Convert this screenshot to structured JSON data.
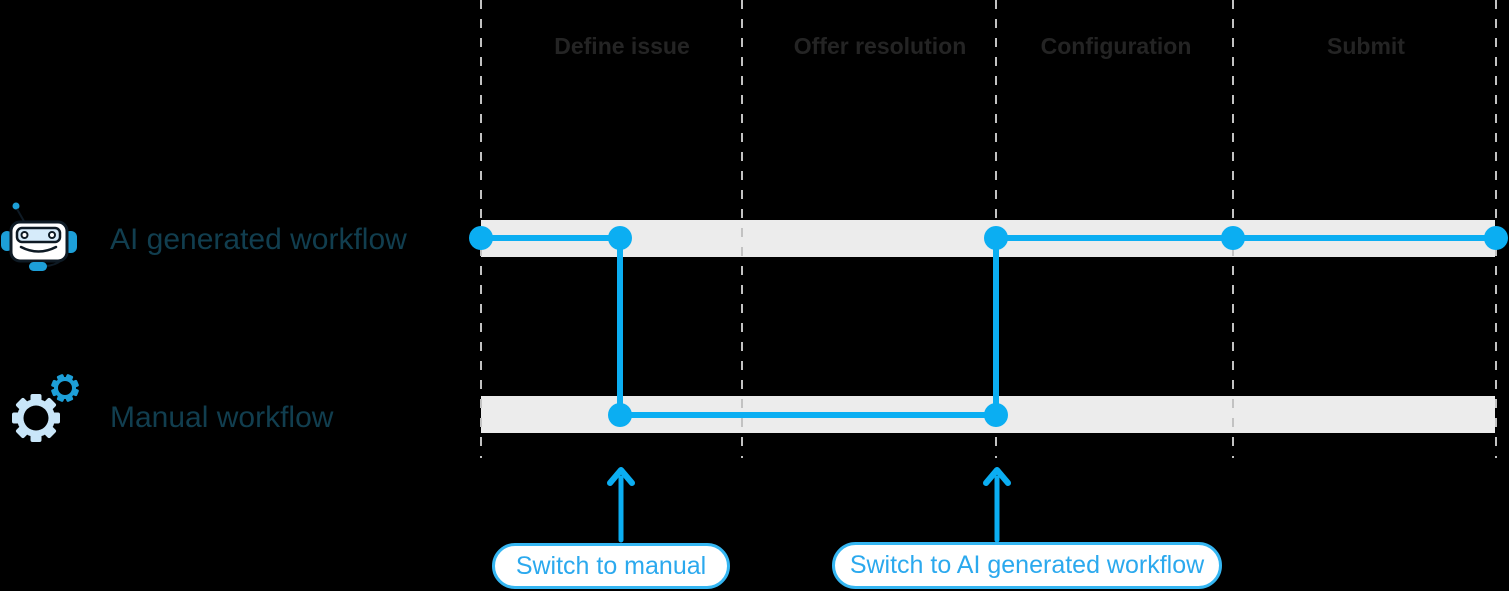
{
  "phases": [
    {
      "label": "Define issue"
    },
    {
      "label": "Offer resolution"
    },
    {
      "label": "Configuration"
    },
    {
      "label": "Submit"
    }
  ],
  "lanes": [
    {
      "label": "AI generated workflow",
      "icon": "robot-icon"
    },
    {
      "label": "Manual workflow",
      "icon": "gears-icon"
    }
  ],
  "callouts": [
    {
      "label": "Switch to manual",
      "points_to_phase": "Define issue"
    },
    {
      "label": "Switch to AI generated workflow",
      "points_to_phase": "Configuration"
    }
  ],
  "flow": {
    "description": "Path starts in the AI generated workflow lane at the beginning of Define issue, switches down to the Manual workflow lane mid Define issue, runs manual through Offer resolution, switches back up to the AI generated workflow lane at the start of Configuration, then continues through Configuration and Submit to the end.",
    "milestone_dot_count": 7,
    "lane_sequence": [
      "AI generated workflow",
      "Manual workflow",
      "AI generated workflow"
    ]
  },
  "colors": {
    "background": "#000000",
    "header_gray": "#242424",
    "divider": "#c2c2c2",
    "band_gray": "#ececec",
    "accent_blue": "#0baef2",
    "label_teal": "#113e4f",
    "callout_border": "#35b6f2",
    "callout_text": "#2ba9ee",
    "robot_blue": "#1d9fd8",
    "gear_light": "#c9e6f9",
    "visor_fill": "#d6ebfa",
    "outline_ink": "#0e1a24"
  }
}
